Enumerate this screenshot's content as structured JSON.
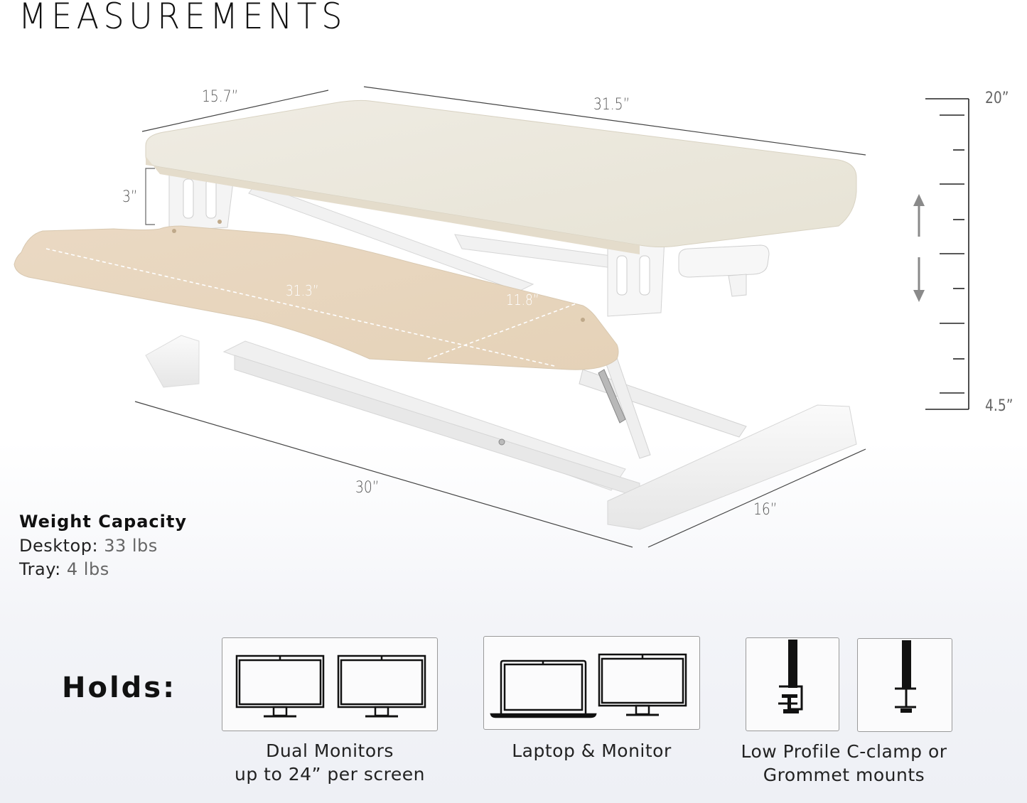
{
  "title": "MEASUREMENTS",
  "dimensions": {
    "desktop_depth": "15.7”",
    "desktop_width": "31.5”",
    "tray_gap": "3”",
    "tray_width": "31.3”",
    "tray_depth": "11.8”",
    "base_length": "30”",
    "base_depth": "16”"
  },
  "height_scale": {
    "max_label": "20”",
    "min_label": "4.5”",
    "arrow_up_icon": "arrow-up-icon",
    "arrow_down_icon": "arrow-down-icon"
  },
  "weight_capacity": {
    "title": "Weight Capacity",
    "rows": [
      {
        "label": "Desktop:",
        "value": "33 lbs"
      },
      {
        "label": "Tray:",
        "value": "4 lbs"
      }
    ]
  },
  "holds": {
    "label": "Holds:",
    "items": [
      {
        "icon": "dual-monitor-icon",
        "caption_line1": "Dual Monitors",
        "caption_line2": "up to 24” per screen"
      },
      {
        "icon": "laptop-monitor-icon",
        "caption_line1": "Laptop & Monitor",
        "caption_line2": ""
      },
      {
        "icon": "clamp-grommet-icon",
        "caption_line1": "Low Profile C-clamp or",
        "caption_line2": "Grommet mounts"
      }
    ]
  },
  "colors": {
    "wood_top": "#ece8dc",
    "wood_tray": "#e6d6c0",
    "frame": "#f4f4f4",
    "text": "#111111",
    "dim_text": "#555555"
  }
}
